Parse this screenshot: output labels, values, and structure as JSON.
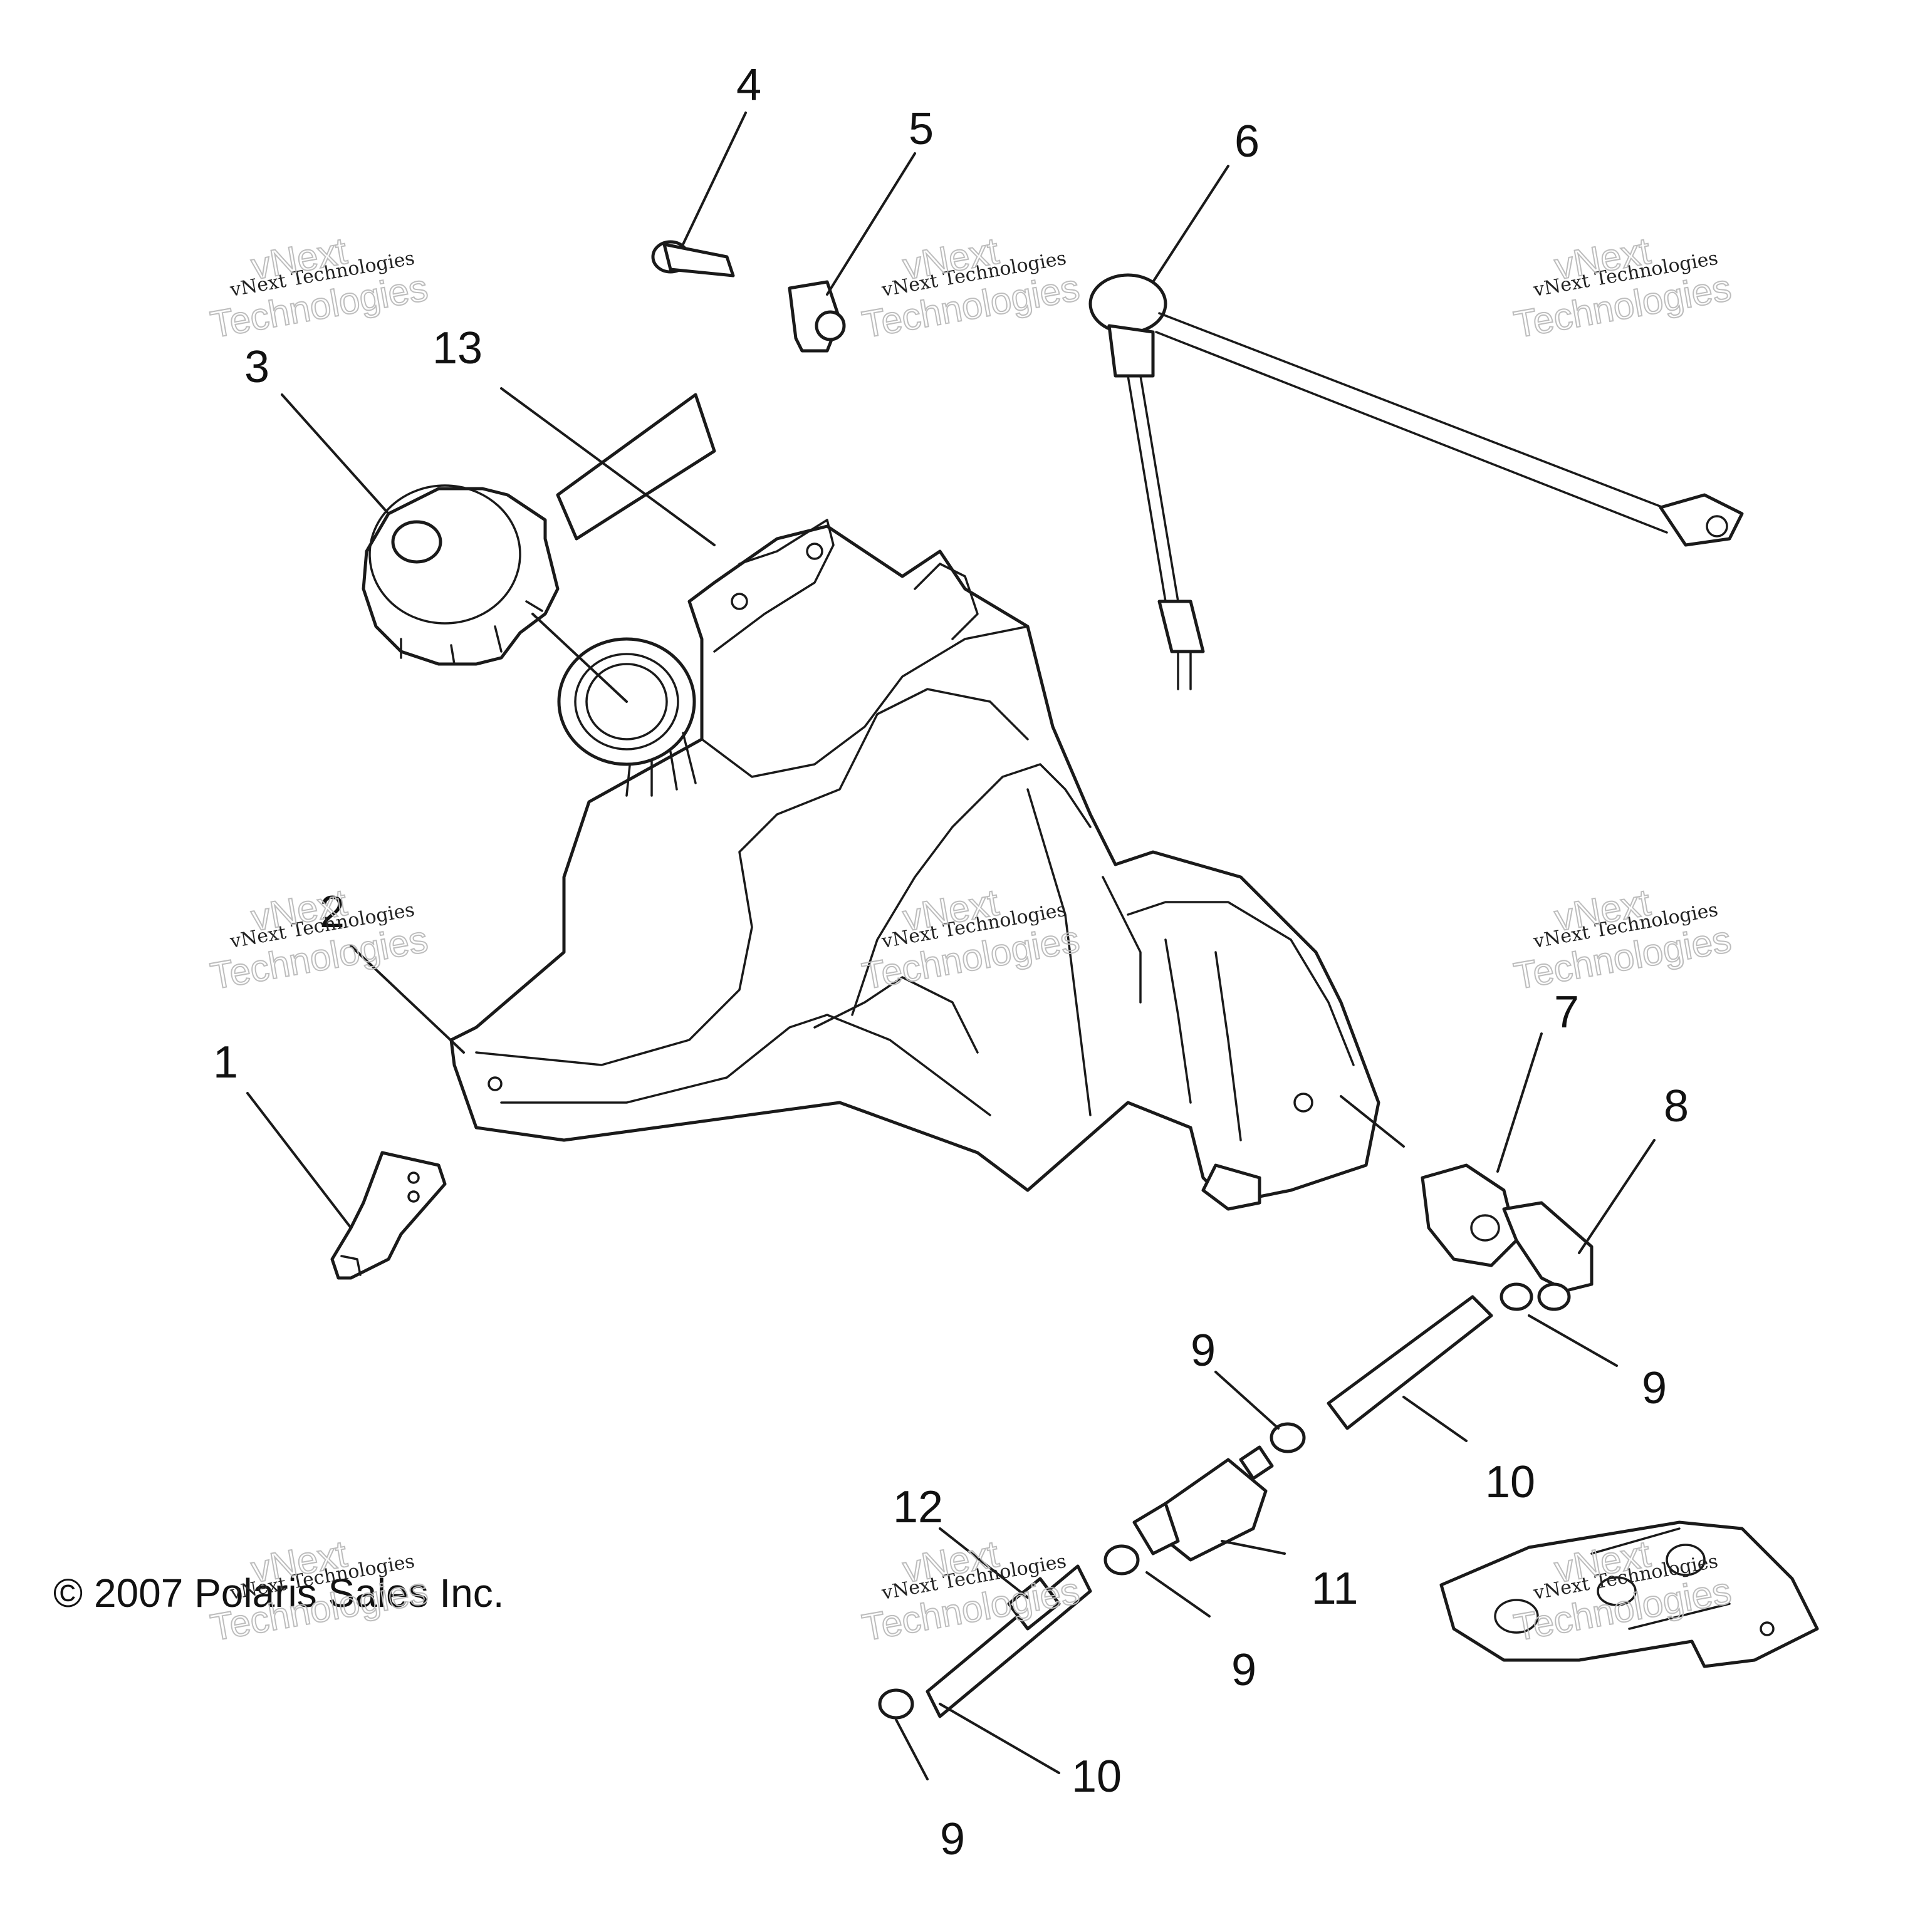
{
  "copyright": "© 2007 Polaris Sales Inc.",
  "watermark": {
    "line1": "vNext Technologies",
    "line2a": "vNext",
    "line2b": "Technologies"
  },
  "callouts": {
    "c1": "1",
    "c2": "2",
    "c3": "3",
    "c4": "4",
    "c5": "5",
    "c6": "6",
    "c7": "7",
    "c8": "8",
    "c9a": "9",
    "c9b": "9",
    "c9c": "9",
    "c9d": "9",
    "c10a": "10",
    "c10b": "10",
    "c11": "11",
    "c12": "12",
    "c13": "13"
  },
  "parts": [
    "bracket",
    "gasket",
    "fuel-cap",
    "pin",
    "clip-nut",
    "fuel-sender",
    "grommet",
    "elbow-fitting",
    "hose-clamp",
    "fuel-hose",
    "fuel-filter",
    "hose-tie",
    "decal",
    "fuel-tank",
    "mounting-bracket-set"
  ]
}
